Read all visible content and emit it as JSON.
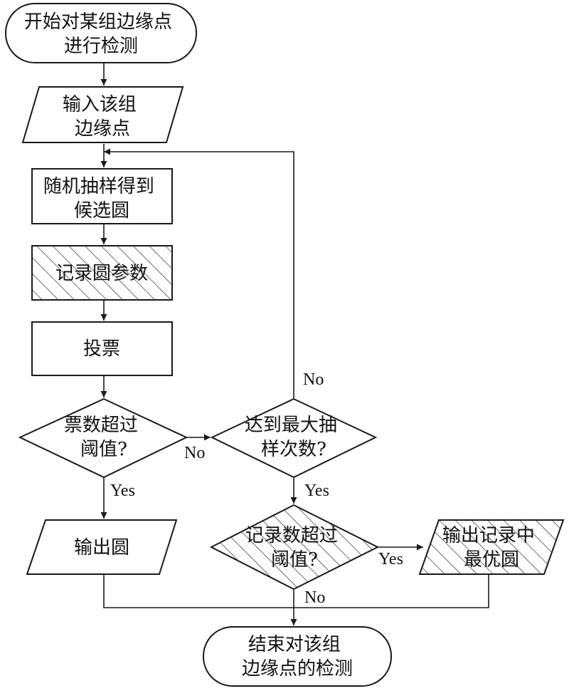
{
  "nodes": {
    "start": {
      "lines": [
        "开始对某组边缘点",
        "进行检测"
      ]
    },
    "input": {
      "lines": [
        "输入该组",
        "边缘点"
      ]
    },
    "sample": {
      "lines": [
        "随机抽样得到",
        "候选圆"
      ]
    },
    "record": {
      "lines": [
        "记录圆参数"
      ]
    },
    "vote": {
      "lines": [
        "投票"
      ]
    },
    "votes_over": {
      "lines": [
        "票数超过",
        "阈值?"
      ]
    },
    "max_samples": {
      "lines": [
        "达到最大抽",
        "样次数?"
      ]
    },
    "output_circle": {
      "lines": [
        "输出圆"
      ]
    },
    "record_over": {
      "lines": [
        "记录数超过",
        "阈值?"
      ]
    },
    "output_best": {
      "lines": [
        "输出记录中",
        "最优圆"
      ]
    },
    "end": {
      "lines": [
        "结束对该组",
        "边缘点的检测"
      ]
    }
  },
  "edge_labels": {
    "votes_over_no": "No",
    "votes_over_yes": "Yes",
    "max_samples_no": "No",
    "max_samples_yes": "Yes",
    "record_over_yes": "Yes",
    "record_over_no": "No"
  }
}
